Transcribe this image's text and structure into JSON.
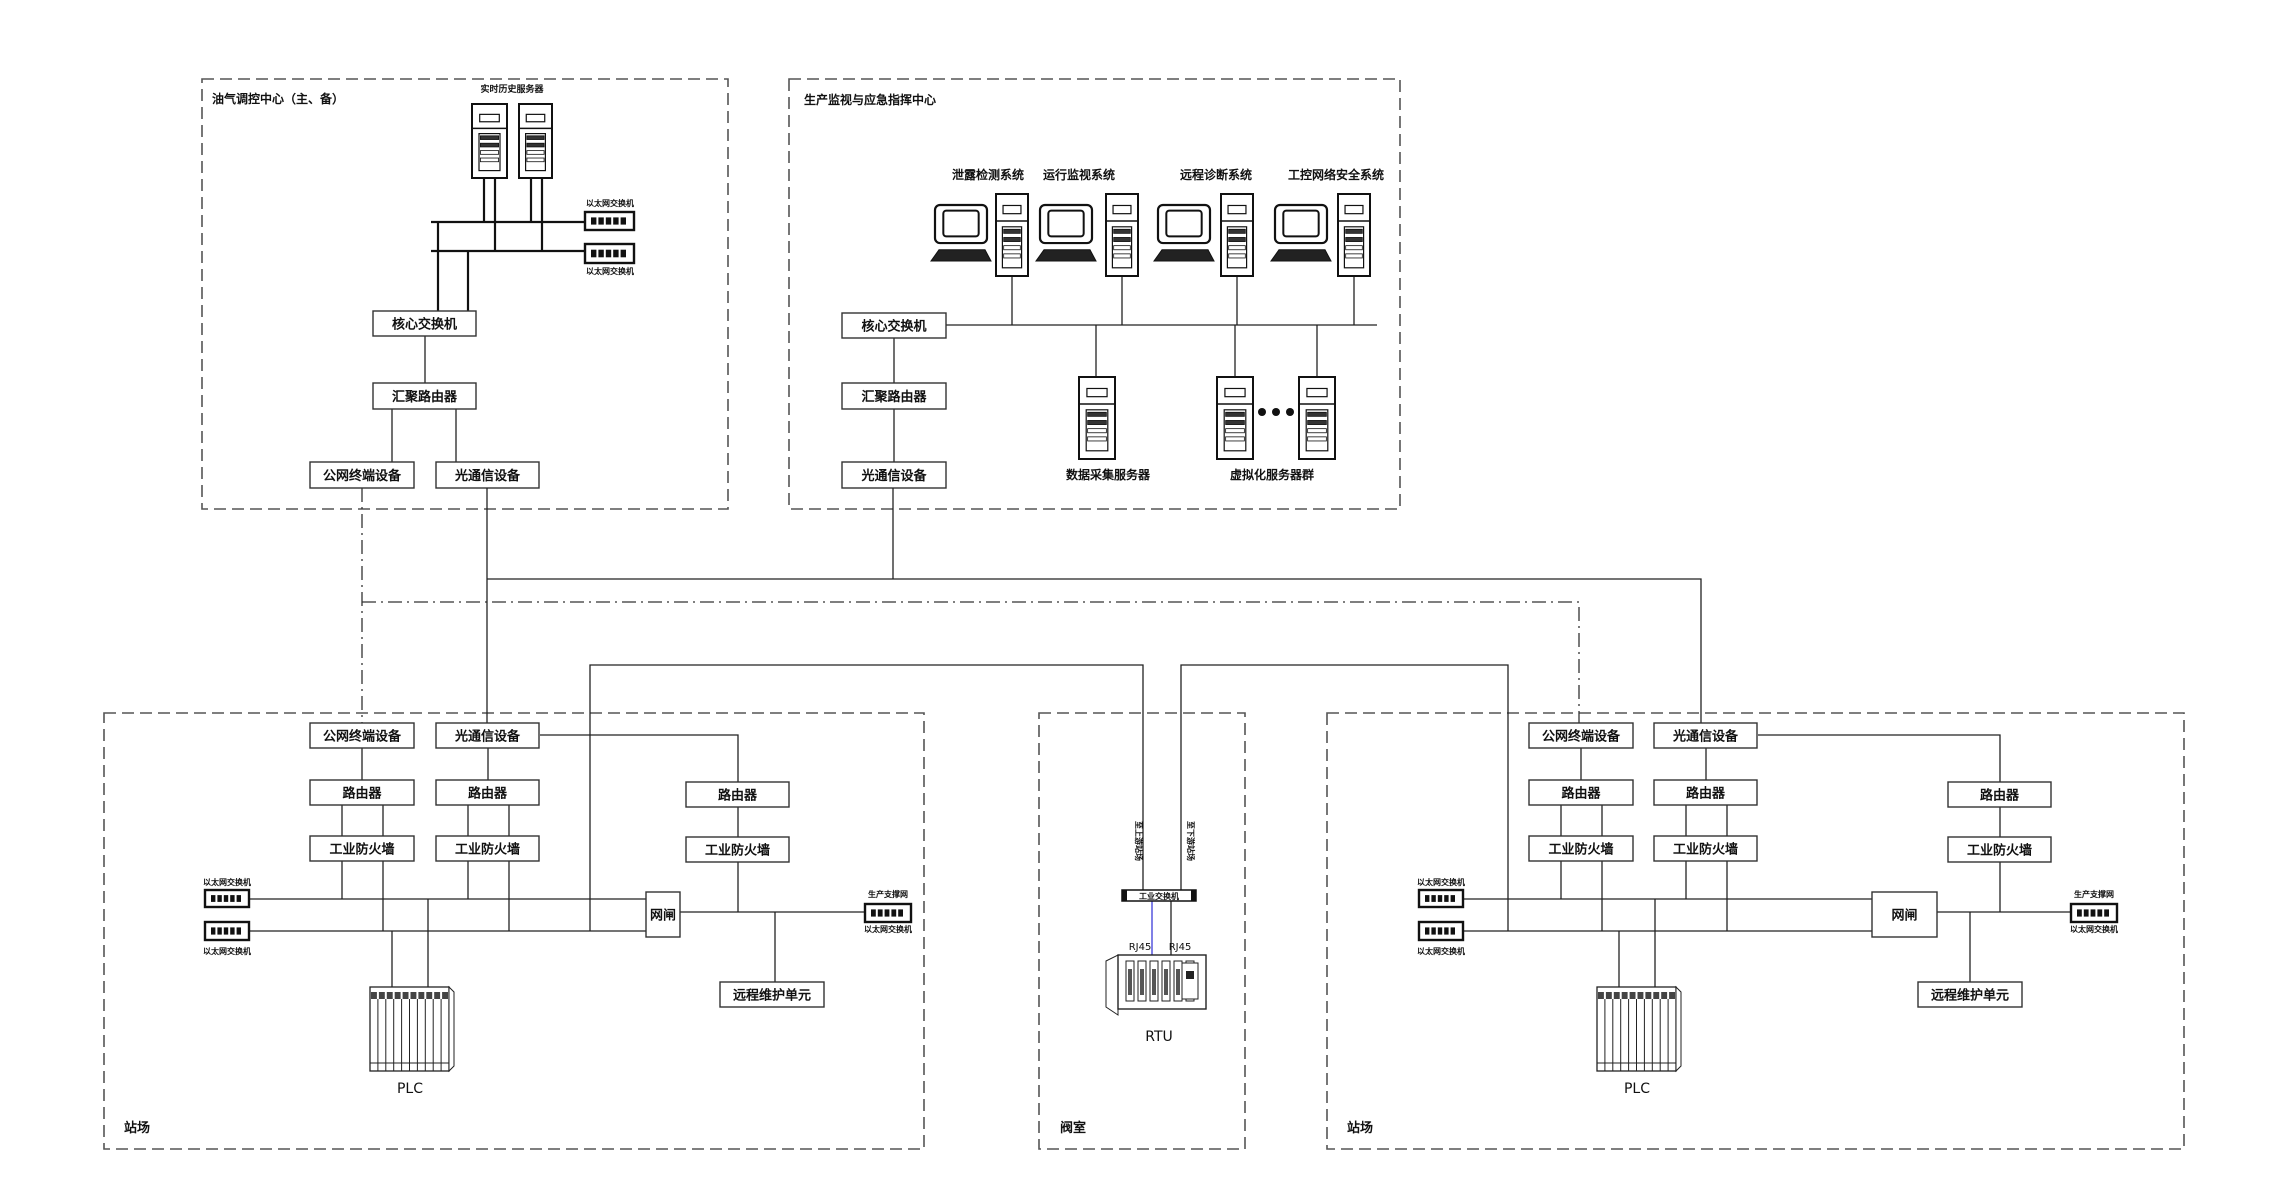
{
  "control_center": {
    "title": "油气调控中心（主、备）",
    "server_label": "实时历史服务器",
    "switch_label_top": "以太网交换机",
    "switch_label_bottom": "以太网交换机",
    "core_switch": "核心交换机",
    "agg_router": "汇聚路由器",
    "public_terminal": "公网终端设备",
    "optical": "光通信设备"
  },
  "monitoring_center": {
    "title": "生产监视与应急指挥中心",
    "systems": [
      "泄露检测系统",
      "运行监视系统",
      "远程诊断系统",
      "工控网络安全系统"
    ],
    "core_switch": "核心交换机",
    "agg_router": "汇聚路由器",
    "optical": "光通信设备",
    "data_server": "数据采集服务器",
    "virtual_servers": "虚拟化服务器群"
  },
  "stations": [
    {
      "title": "站场",
      "public_terminal": "公网终端设备",
      "optical": "光通信设备",
      "router": "路由器",
      "firewall": "工业防火墙",
      "switch_top": "以太网交换机",
      "switch_bottom": "以太网交换机",
      "gateway": "网闸",
      "prod_net": "生产支撑网",
      "prod_switch": "以太网交换机",
      "remote_unit": "远程维护单元",
      "plc": "PLC"
    },
    {
      "title": "站场",
      "public_terminal": "公网终端设备",
      "optical": "光通信设备",
      "router": "路由器",
      "firewall": "工业防火墙",
      "switch_top": "以太网交换机",
      "switch_bottom": "以太网交换机",
      "gateway": "网闸",
      "prod_net": "生产支撑网",
      "prod_switch": "以太网交换机",
      "remote_unit": "远程维护单元",
      "plc": "PLC"
    }
  ],
  "valve_room": {
    "title": "阀室",
    "link_left": "至上游站场",
    "link_right": "至下游站场",
    "switch": "工业交换机",
    "rj45_left": "RJ45",
    "rj45_right": "RJ45",
    "rtu": "RTU"
  },
  "colors": {
    "line": "#222222",
    "zone_border": "#555555",
    "rtu_link": "#5555dd"
  }
}
